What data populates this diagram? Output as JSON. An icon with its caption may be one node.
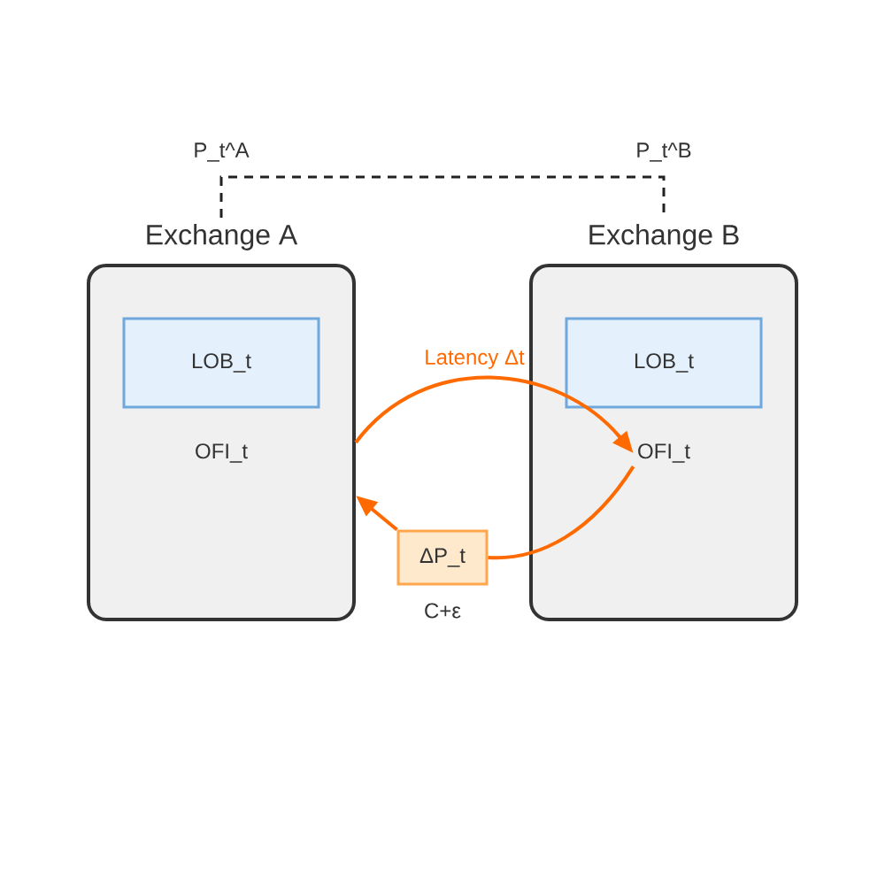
{
  "diagram": {
    "nodes": [
      {
        "text": [
          "Exchange A",
          "OFI_t"
        ]
      },
      {
        "text": [
          "LOB_t"
        ],
        "in": 0
      },
      {
        "text": [
          "Exchange B"
        ]
      },
      {
        "text": [
          "LOB_t"
        ],
        "in": 2
      },
      {
        "text": [
          "OFI_t"
        ],
        "in": 2
      },
      {
        "text": [
          "ΔP_t"
        ],
        "beside": [
          "C+ε"
        ]
      }
    ],
    "edges": [
      {
        "from": 0,
        "to": 2,
        "arrow": "none",
        "style": "dashed",
        "color": "#222222"
      },
      {
        "from": 0,
        "to": 4,
        "arrow": "to",
        "label": "Latency Δt"
      },
      {
        "from": 4,
        "to": 5,
        "arrow": "none"
      },
      {
        "from": 5,
        "to": 0,
        "arrow": "to"
      }
    ],
    "labels": [
      "P_t^A",
      "P_t^B"
    ]
  }
}
